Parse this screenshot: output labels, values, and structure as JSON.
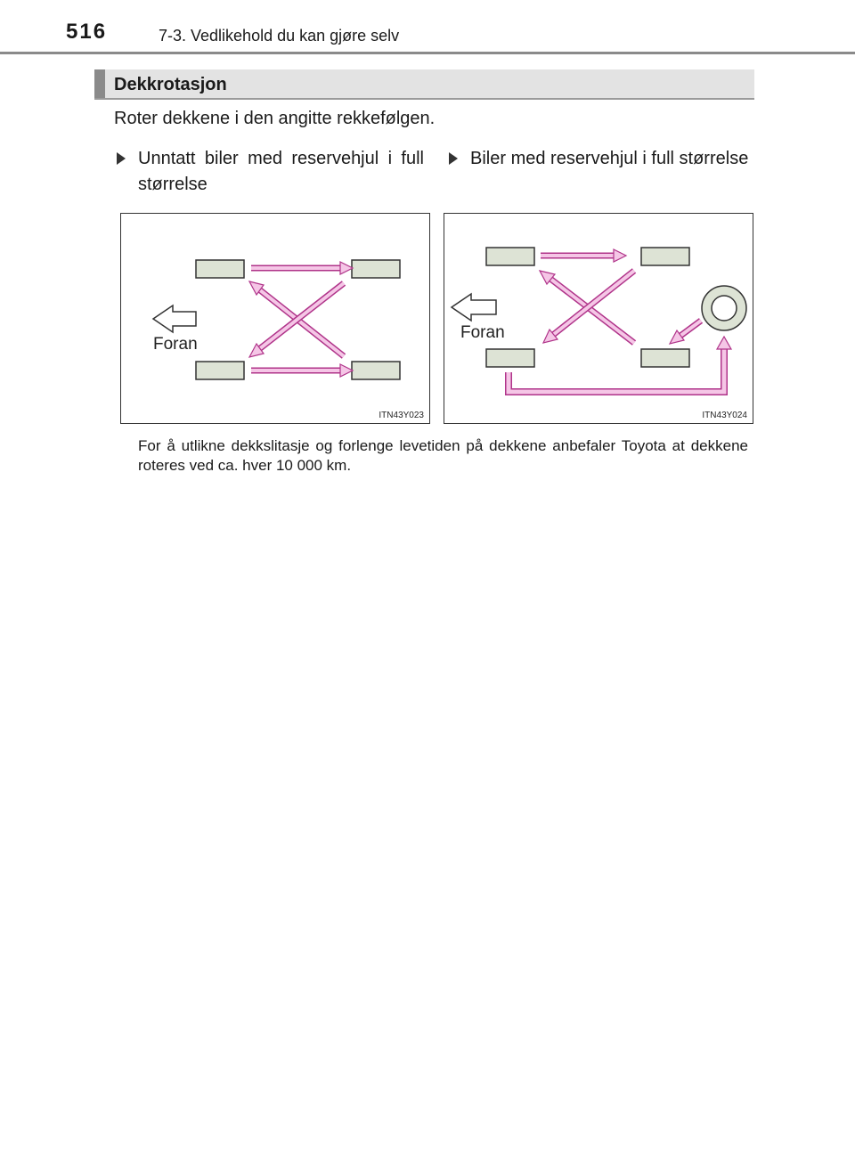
{
  "header": {
    "page_number": "516",
    "chapter": "7-3. Vedlikehold du kan gjøre selv"
  },
  "section": {
    "title": "Dekkrotasjon",
    "intro": "Roter dekkene i den angitte rekkefølgen."
  },
  "bullets": [
    {
      "text": "Unntatt biler med reservehjul i full størrelse"
    },
    {
      "text": "Biler med reservehjul i full størrelse"
    }
  ],
  "figures": [
    {
      "front_label": "Foran",
      "code": "ITN43Y023"
    },
    {
      "front_label": "Foran",
      "code": "ITN43Y024"
    }
  ],
  "note": "For å utlikne dekkslitasje og forlenge levetiden på dekkene anbefaler Toyota at dekkene roteres ved ca. hver 10 000 km.",
  "colors": {
    "tire_fill": "#dde3d5",
    "arrow_fill": "#f5c6e6",
    "arrow_stroke": "#b0348a"
  }
}
